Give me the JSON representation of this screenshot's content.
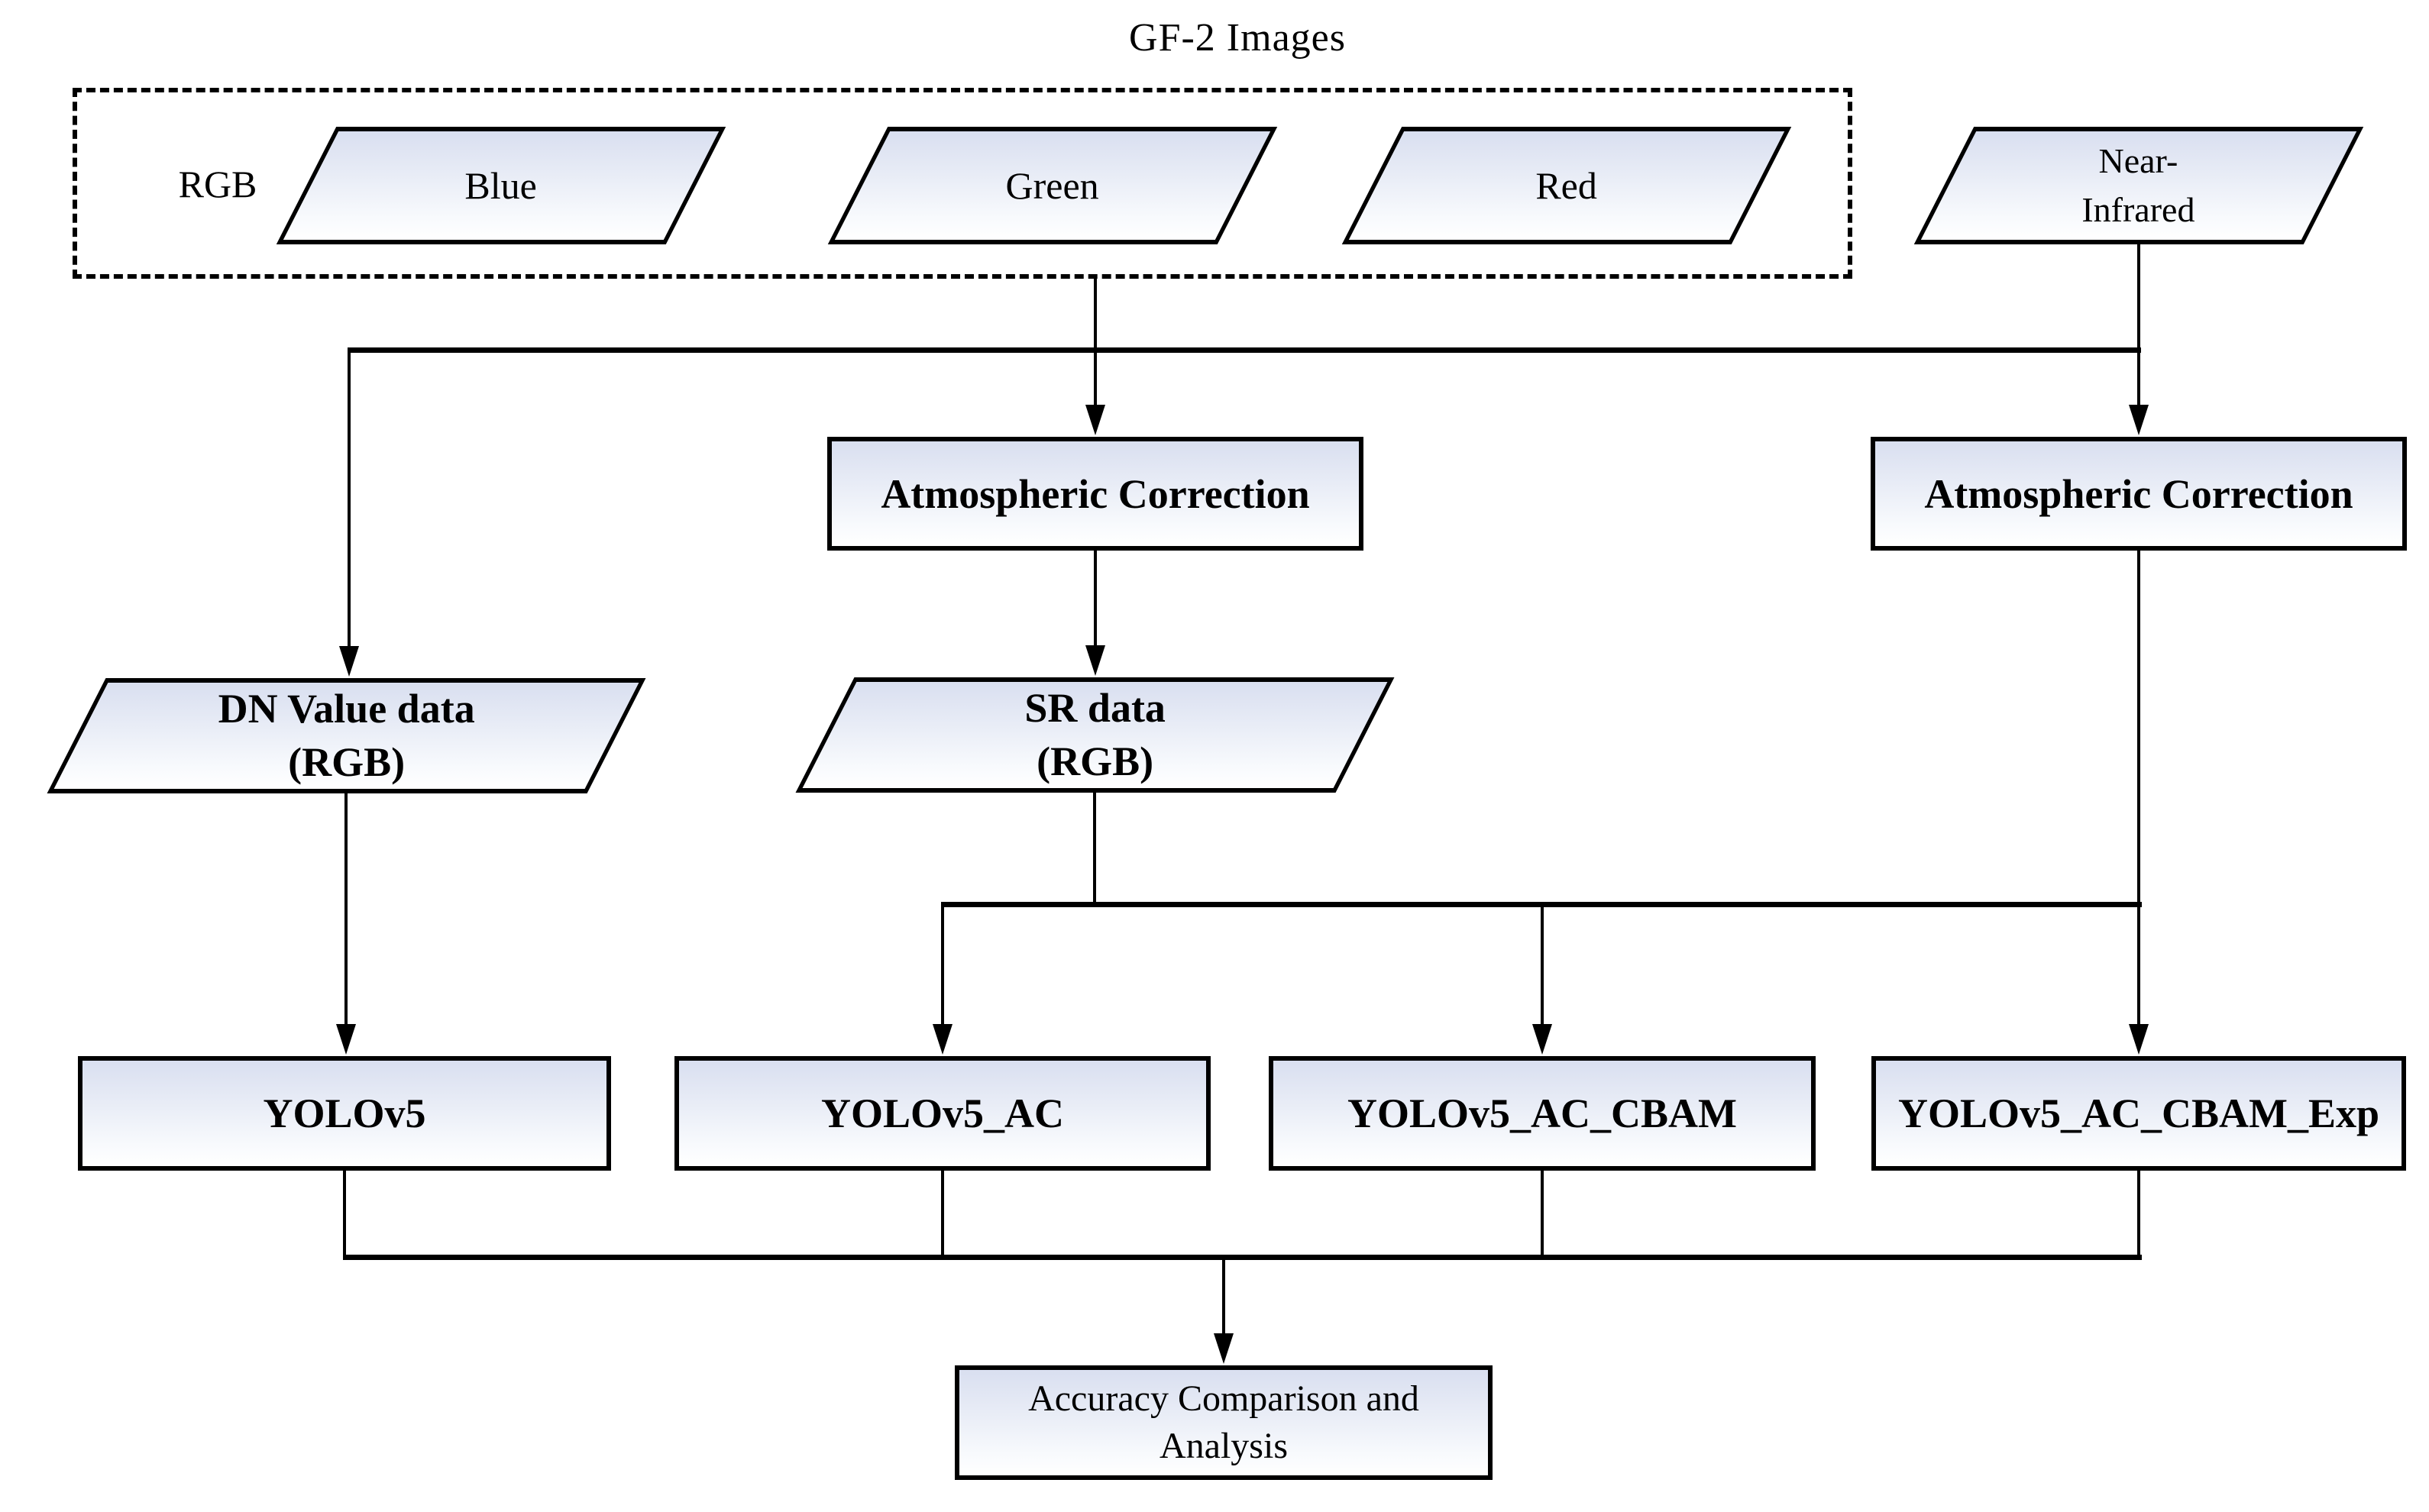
{
  "title": "GF-2 Images",
  "rgb_group": {
    "label": "RGB"
  },
  "bands": {
    "blue": "Blue",
    "green": "Green",
    "red": "Red",
    "nir_line1": "Near-",
    "nir_line2": "Infrared"
  },
  "process": {
    "ac_mid": "Atmospheric Correction",
    "ac_right": "Atmospheric Correction"
  },
  "data_nodes": {
    "dn_line1": "DN Value data",
    "dn_line2": "(RGB)",
    "sr_line1": "SR data",
    "sr_line2": "(RGB)"
  },
  "models": {
    "yolov5": "YOLOv5",
    "yolov5_ac": "YOLOv5_AC",
    "yolov5_ac_cbam": "YOLOv5_AC_CBAM",
    "yolov5_ac_cbam_exp": "YOLOv5_AC_CBAM_Exp"
  },
  "output": {
    "line1": "Accuracy Comparison and",
    "line2": "Analysis"
  },
  "colors": {
    "node_fill_top": "#d9dff0",
    "node_fill_bottom": "#ffffff",
    "line": "#000000",
    "text": "#000000"
  }
}
